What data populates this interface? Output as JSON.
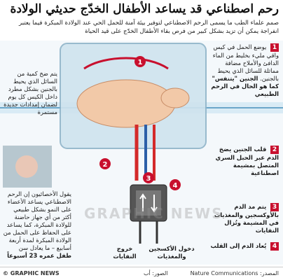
{
  "title": "رحم اصطناعي قد يساعد الأطفال الخدّج حديثي الولادة",
  "subtitle": "صمم علماء الطب ما يسمى الرحم الاصطناعي لتوفير بيئة آمنة للحمل الحي عند الولادة المبكرة فيما يعتبر انفراجة يمكن أن تزيد بشكل كبير من فرص بقاء الأطفال الخدّج على قيد الحياة",
  "left_callouts": {
    "fluid": "يتم ضخ كمية من السائل الذي يحيط بالجنين بشكل مطرد داخل الكيس كل يوم لضمان إمدادات جديدة مستمرة",
    "experts": "يقول الأخصائيون إن الرحم الاصطناعي يساعد الأعضاء على النمو بشكل طبيعي أكثر من أي جهاز حاضنة للولادة المبكرة، كما يساعد على الحفاظ على الحمل من الولادة المبكرة لمدة أربعة أسابيع – ما يعادل سن",
    "experts_bold": "طفل عمره 23 أسبوعاً"
  },
  "steps": [
    {
      "num": "1",
      "text": "يوضع الحمل في كيس واقي مليء بخليط من الماء الدافئ والأملاح مضافة مماثلة للسائل الذي يحيط بالجنين.",
      "bold": "الجنين \"يتنفس\" كما هو الحال في الرحم الطبيعي"
    },
    {
      "num": "2",
      "text": "قلب الجنين يضخ الدم عبر الحبل السري المتصل بمشيمة اصطناعية",
      "bold": ""
    },
    {
      "num": "3",
      "text": "يتم مد الدم بالأوكسجين والمغذيات في المشيمة وتُزال النفايات",
      "bold": ""
    },
    {
      "num": "4",
      "text": "يُعاد الدم إلى القلب",
      "bold": ""
    }
  ],
  "flow_labels": {
    "waste_out": "خروج النفايات",
    "oxygen_in": "دخول الأكسجين والمغذيات"
  },
  "footer": {
    "logo": "© GRAPHIC NEWS",
    "photo": "الصور: أب",
    "source": "المصدر: Nature Communications"
  },
  "watermark": "GRAPHIC NEWS",
  "colors": {
    "accent": "#c8102e",
    "blood_red": "#d42a2a",
    "blood_blue": "#2c5fa8",
    "bag": "#cfe3ee"
  }
}
